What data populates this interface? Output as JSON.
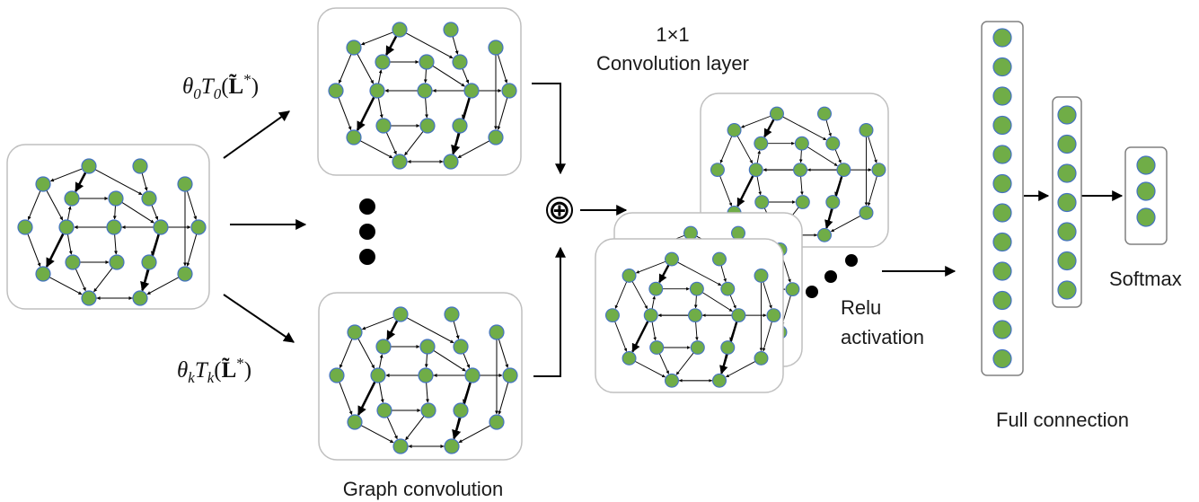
{
  "labels": {
    "conv1x1_line1": "1×1",
    "conv1x1_line2": "Convolution layer",
    "graph_conv": "Graph convolution",
    "relu_line1": "Relu",
    "relu_line2": "activation",
    "full_connection": "Full connection",
    "softmax": "Softmax"
  },
  "formulas": {
    "top": {
      "theta": "θ",
      "theta_sub": "0",
      "T": "T",
      "T_sub": "0",
      "L": "L̃",
      "L_sup": "*"
    },
    "bottom": {
      "theta": "θ",
      "theta_sub": "k",
      "T": "T",
      "T_sub": "k",
      "L": "L̃",
      "L_sup": "*"
    }
  },
  "operator": "⊕",
  "fc_layers": [
    {
      "name": "fc1",
      "nodes": 12
    },
    {
      "name": "fc2",
      "nodes": 7
    },
    {
      "name": "softmax",
      "nodes": 3
    }
  ],
  "colors": {
    "node_fill": "#70ad47",
    "node_stroke": "#4472c4",
    "box_border": "#bfbfbf"
  }
}
